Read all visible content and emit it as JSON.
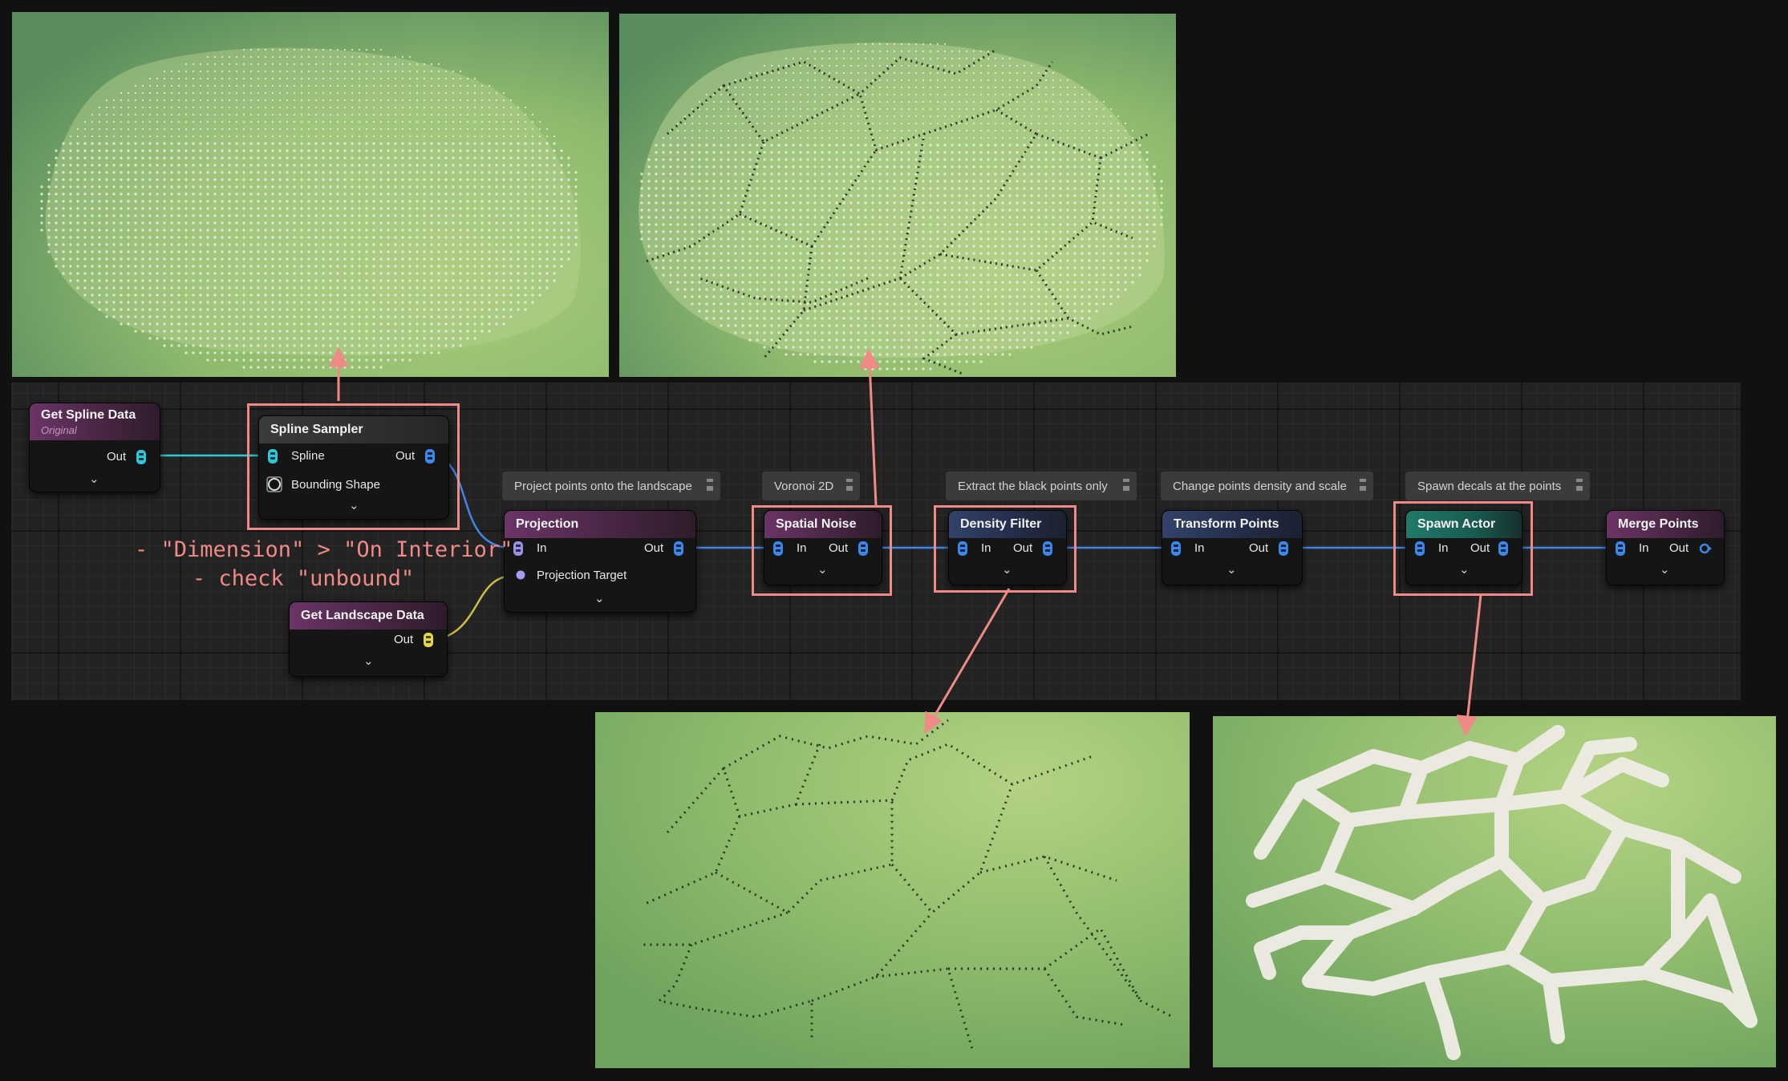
{
  "nodes": {
    "get_spline_data": {
      "title": "Get Spline Data",
      "subtitle": "Original",
      "out": "Out"
    },
    "spline_sampler": {
      "title": "Spline Sampler",
      "in_spline": "Spline",
      "in_bounding": "Bounding Shape",
      "out": "Out"
    },
    "projection": {
      "title": "Projection",
      "in": "In",
      "in_target": "Projection Target",
      "out": "Out"
    },
    "get_landscape_data": {
      "title": "Get Landscape Data",
      "out": "Out"
    },
    "spatial_noise": {
      "title": "Spatial Noise",
      "in": "In",
      "out": "Out"
    },
    "density_filter": {
      "title": "Density Filter",
      "in": "In",
      "out": "Out"
    },
    "transform_points": {
      "title": "Transform Points",
      "in": "In",
      "out": "Out"
    },
    "spawn_actor": {
      "title": "Spawn Actor",
      "in": "In",
      "out": "Out"
    },
    "merge_points": {
      "title": "Merge Points",
      "in": "In",
      "out": "Out"
    }
  },
  "comments": {
    "projection": "Project points onto the landscape",
    "spatial_noise": "Voronoi 2D",
    "density_filter": "Extract the black points only",
    "transform_points": "Change points density and scale",
    "spawn_actor": "Spawn decals at the points"
  },
  "annotation": {
    "line1": "- \"Dimension\" > \"On Interior\"",
    "line2": "- check \"unbound\""
  },
  "colors": {
    "highlight": "#f08a86",
    "pin_spatial_cyan": "#2fc7d6",
    "pin_points_blue": "#3f86e6",
    "pin_landscape_yellow": "#e3d64a",
    "pin_target_purple": "#a59bf0",
    "grass_light": "#a6c97a",
    "grass_dark": "#5f9160"
  },
  "icons": {
    "pins": "stacked-data-pin-icon",
    "bounding": "bounding-shape-pin-icon",
    "target": "projection-target-pin-icon",
    "comment": "comment-bubble-icon",
    "expand": "chevron-down-icon",
    "merge_out": "ring-pin-icon"
  }
}
